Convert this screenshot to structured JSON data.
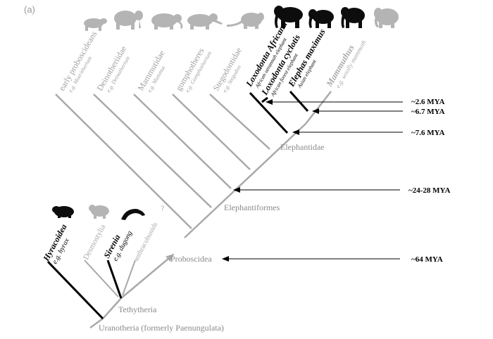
{
  "panel_label": "(a)",
  "colors": {
    "extant": "#000000",
    "extinct": "#a9a9a9",
    "node_label": "#8a8a8a",
    "arrow": "#000000"
  },
  "taxa": {
    "early_proboscideans": {
      "name": "early proboscideans",
      "example": "e.g. Moeritherium"
    },
    "deinotheriidae": {
      "name": "Deinotheriidae",
      "example": "e.g. Deinotherium"
    },
    "mammutidae": {
      "name": "Mammutidae",
      "example": "e.g. Mammut"
    },
    "gomphotheres": {
      "name": "gomphotheres",
      "example": "e.g. Gomphotherium"
    },
    "stegodontidae": {
      "name": "Stegodontidae",
      "example": "e.g. Stegodon"
    },
    "loxodonta_africana": {
      "name": "Loxodonta Africana",
      "example": "African savannah elephant"
    },
    "loxodonta_cyclotis": {
      "name": "Loxodonta cyclotis",
      "example": "African forest elephant"
    },
    "elephas_maximus": {
      "name": "Elephas maximus",
      "example": "Asian elephant"
    },
    "mammuthus": {
      "name": "Mammuthus",
      "example": "e.g. woolly mammoth"
    },
    "hyracoidea": {
      "name": "Hyracoidea",
      "example": "e.g. hyrax"
    },
    "desmostylia": {
      "name": "Desmostylia"
    },
    "sirenia": {
      "name": "Sirenia",
      "example": "e.g. dugong"
    },
    "anthracobunids": {
      "name": "anthracobunids"
    }
  },
  "unknown_mark": "?",
  "nodes": {
    "elephantidae": "Elephantidae",
    "elephantiformes": "Elephantiformes",
    "proboscidea": "Proboscidea",
    "tethytheria": "Tethytheria",
    "uranotheria": "Uranotheria (formerly Paenungulata)"
  },
  "dates": {
    "d1": "~2.6 MYA",
    "d2": "~6.7 MYA",
    "d3": "~7.6 MYA",
    "d4": "~24-28 MYA",
    "d5": "~64 MYA"
  },
  "silhouettes": [
    {
      "name": "moeritherium-silhouette",
      "extant": false
    },
    {
      "name": "deinotherium-silhouette",
      "extant": false
    },
    {
      "name": "mammut-silhouette",
      "extant": false
    },
    {
      "name": "gomphotherium-silhouette",
      "extant": false
    },
    {
      "name": "stegodon-silhouette",
      "extant": false
    },
    {
      "name": "african-savannah-elephant-silhouette",
      "extant": true
    },
    {
      "name": "african-forest-elephant-silhouette",
      "extant": true
    },
    {
      "name": "asian-elephant-silhouette",
      "extant": true
    },
    {
      "name": "woolly-mammoth-silhouette",
      "extant": false
    },
    {
      "name": "hyrax-silhouette",
      "extant": true
    },
    {
      "name": "desmostylian-silhouette",
      "extant": false
    },
    {
      "name": "dugong-silhouette",
      "extant": true
    }
  ]
}
